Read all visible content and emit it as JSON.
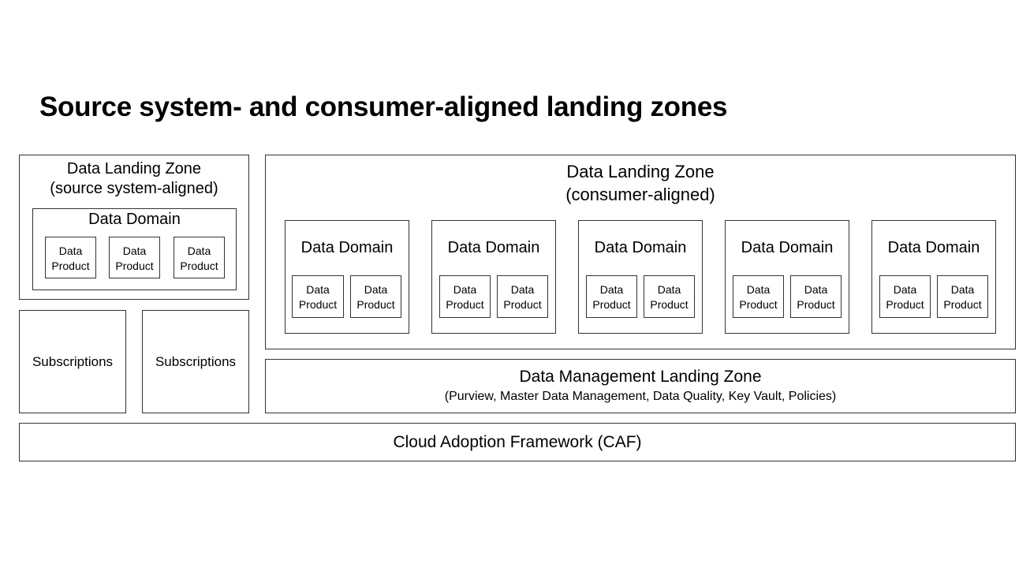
{
  "title": "Source system- and consumer-aligned landing zones",
  "source_zone": {
    "title_line1": "Data Landing Zone",
    "title_line2": "(source system-aligned)",
    "domain": {
      "label": "Data Domain",
      "products": [
        {
          "line1": "Data",
          "line2": "Product"
        },
        {
          "line1": "Data",
          "line2": "Product"
        },
        {
          "line1": "Data",
          "line2": "Product"
        }
      ]
    }
  },
  "subscriptions": [
    "Subscriptions",
    "Subscriptions"
  ],
  "consumer_zone": {
    "title_line1": "Data Landing Zone",
    "title_line2": "(consumer-aligned)",
    "domains": [
      {
        "label": "Data Domain",
        "products": [
          {
            "line1": "Data",
            "line2": "Product"
          },
          {
            "line1": "Data",
            "line2": "Product"
          }
        ]
      },
      {
        "label": "Data Domain",
        "products": [
          {
            "line1": "Data",
            "line2": "Product"
          },
          {
            "line1": "Data",
            "line2": "Product"
          }
        ]
      },
      {
        "label": "Data Domain",
        "products": [
          {
            "line1": "Data",
            "line2": "Product"
          },
          {
            "line1": "Data",
            "line2": "Product"
          }
        ]
      },
      {
        "label": "Data Domain",
        "products": [
          {
            "line1": "Data",
            "line2": "Product"
          },
          {
            "line1": "Data",
            "line2": "Product"
          }
        ]
      },
      {
        "label": "Data Domain",
        "products": [
          {
            "line1": "Data",
            "line2": "Product"
          },
          {
            "line1": "Data",
            "line2": "Product"
          }
        ]
      }
    ]
  },
  "management_zone": {
    "title": "Data Management Landing Zone",
    "subtitle": "(Purview, Master Data Management, Data Quality, Key Vault, Policies)"
  },
  "caf": {
    "label": "Cloud Adoption Framework (CAF)"
  }
}
